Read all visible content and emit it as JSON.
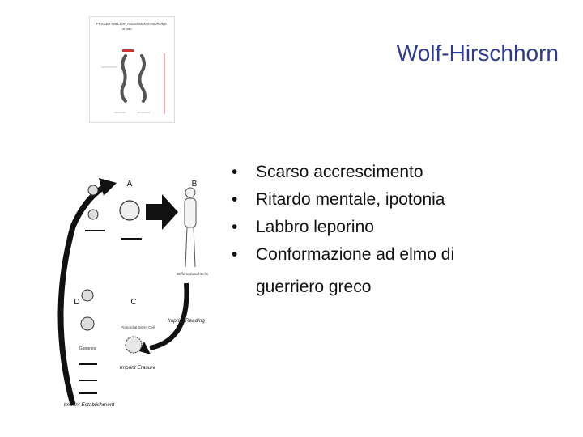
{
  "slide": {
    "title": "Wolf-Hirschhorn",
    "bullets": [
      "Scarso accrescimento",
      "Ritardo mentale, ipotonia",
      "Labbro leporino",
      "Conformazione ad elmo di",
      "guerriero greco"
    ]
  },
  "figure_karyotype": {
    "header_line1": "PRADER-WILLI OR ANGELMAN SYNDROME",
    "header_line2": "or Vari"
  },
  "figure_cycle": {
    "labels": {
      "a": "A",
      "b": "B",
      "c": "C",
      "d": "D",
      "differentiated": "Differentiated Cells",
      "imprint_reading": "Imprint Reading",
      "primordial": "Primordial Germ Cell",
      "imprint_erasure": "Imprint Erasure",
      "gametes": "Gametes",
      "imprint_establishment": "Imprint Establishment"
    }
  }
}
